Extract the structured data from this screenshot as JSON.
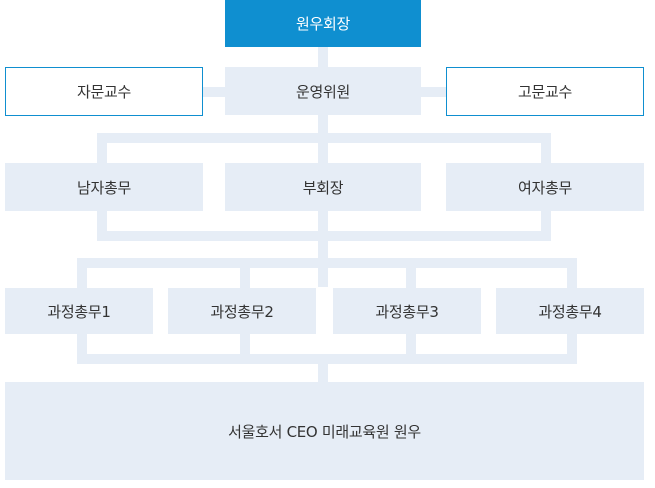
{
  "org_chart": {
    "top": "원우회장",
    "level2": {
      "left": "자문교수",
      "center": "운영위원",
      "right": "고문교수"
    },
    "level3": [
      "남자총무",
      "부회장",
      "여자총무"
    ],
    "level4": [
      "과정총무1",
      "과정총무2",
      "과정총무3",
      "과정총무4"
    ],
    "bottom": "서울호서 CEO 미래교육원 원우"
  },
  "colors": {
    "primary": "#0f8fd0",
    "box": "#e6edf6",
    "connector": "#e6edf6",
    "text": "#333333",
    "text_on_primary": "#ffffff"
  }
}
